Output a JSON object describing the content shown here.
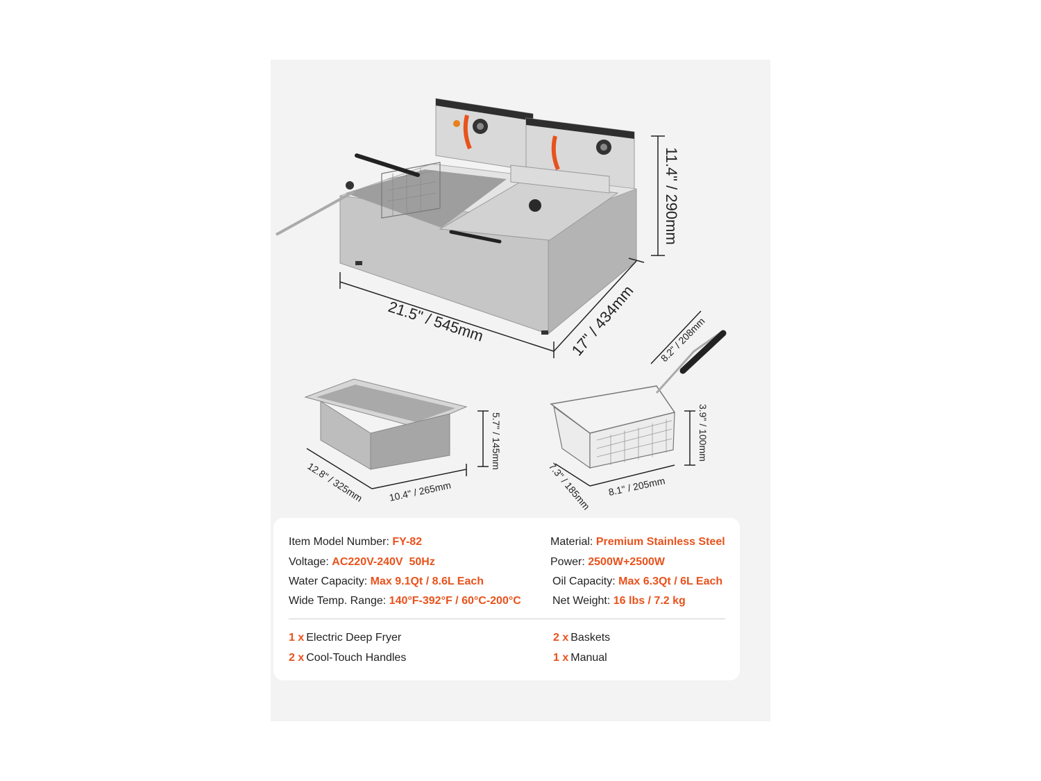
{
  "dimensions": {
    "fryer_height": "11.4\" / 290mm",
    "fryer_width": "21.5\" / 545mm",
    "fryer_depth": "17\" / 434mm",
    "tank_height": "5.7\" / 145mm",
    "tank_depth": "12.8\" / 325mm",
    "tank_width": "10.4\" / 265mm",
    "basket_handle": "8.2\" / 208mm",
    "basket_height": "3.9\" / 100mm",
    "basket_depth": "7.3\" / 185mm",
    "basket_width": "8.1\" / 205mm"
  },
  "specs": {
    "model": {
      "label": "Item Model Number:",
      "value": "FY-82"
    },
    "voltage": {
      "label": "Voltage:",
      "value": "AC220V-240V  50Hz"
    },
    "water": {
      "label": "Water Capacity:",
      "value": "Max 9.1Qt / 8.6L Each"
    },
    "temp": {
      "label": "Wide Temp. Range:",
      "value": "140°F-392°F / 60°C-200°C"
    },
    "material": {
      "label": "Material:",
      "value": "Premium Stainless Steel"
    },
    "power": {
      "label": "Power:",
      "value": "2500W+2500W"
    },
    "oil": {
      "label": "Oil Capacity:",
      "value": "Max 6.3Qt / 6L Each"
    },
    "weight": {
      "label": "Net Weight:",
      "value": "16 lbs / 7.2 kg"
    }
  },
  "included": [
    {
      "qty": "1 x",
      "item": "Electric Deep Fryer"
    },
    {
      "qty": "2 x",
      "item": "Cool-Touch Handles"
    },
    {
      "qty": "2 x",
      "item": "Baskets"
    },
    {
      "qty": "1 x",
      "item": "Manual"
    }
  ],
  "colors": {
    "accent": "#e8521c",
    "panel": "#f3f3f3"
  }
}
